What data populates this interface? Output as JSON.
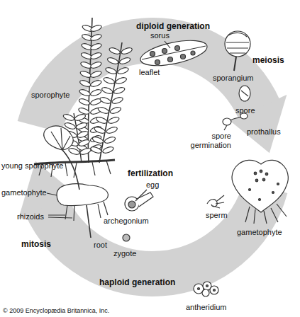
{
  "diagram": {
    "labels": [
      "diploid generation",
      "sorus",
      "leaflet",
      "sporangium",
      "meiosis",
      "sporophyte",
      "spore",
      "spore germination",
      "prothallus",
      "young sporophyte",
      "fertilization",
      "egg",
      "gametophyte",
      "rhizoids",
      "archegonium",
      "sperm",
      "gametophyte",
      "mitosis",
      "root",
      "zygote",
      "haploid generation",
      "antheridium",
      "© 2009 Encyclopædia Britannica, Inc."
    ]
  }
}
